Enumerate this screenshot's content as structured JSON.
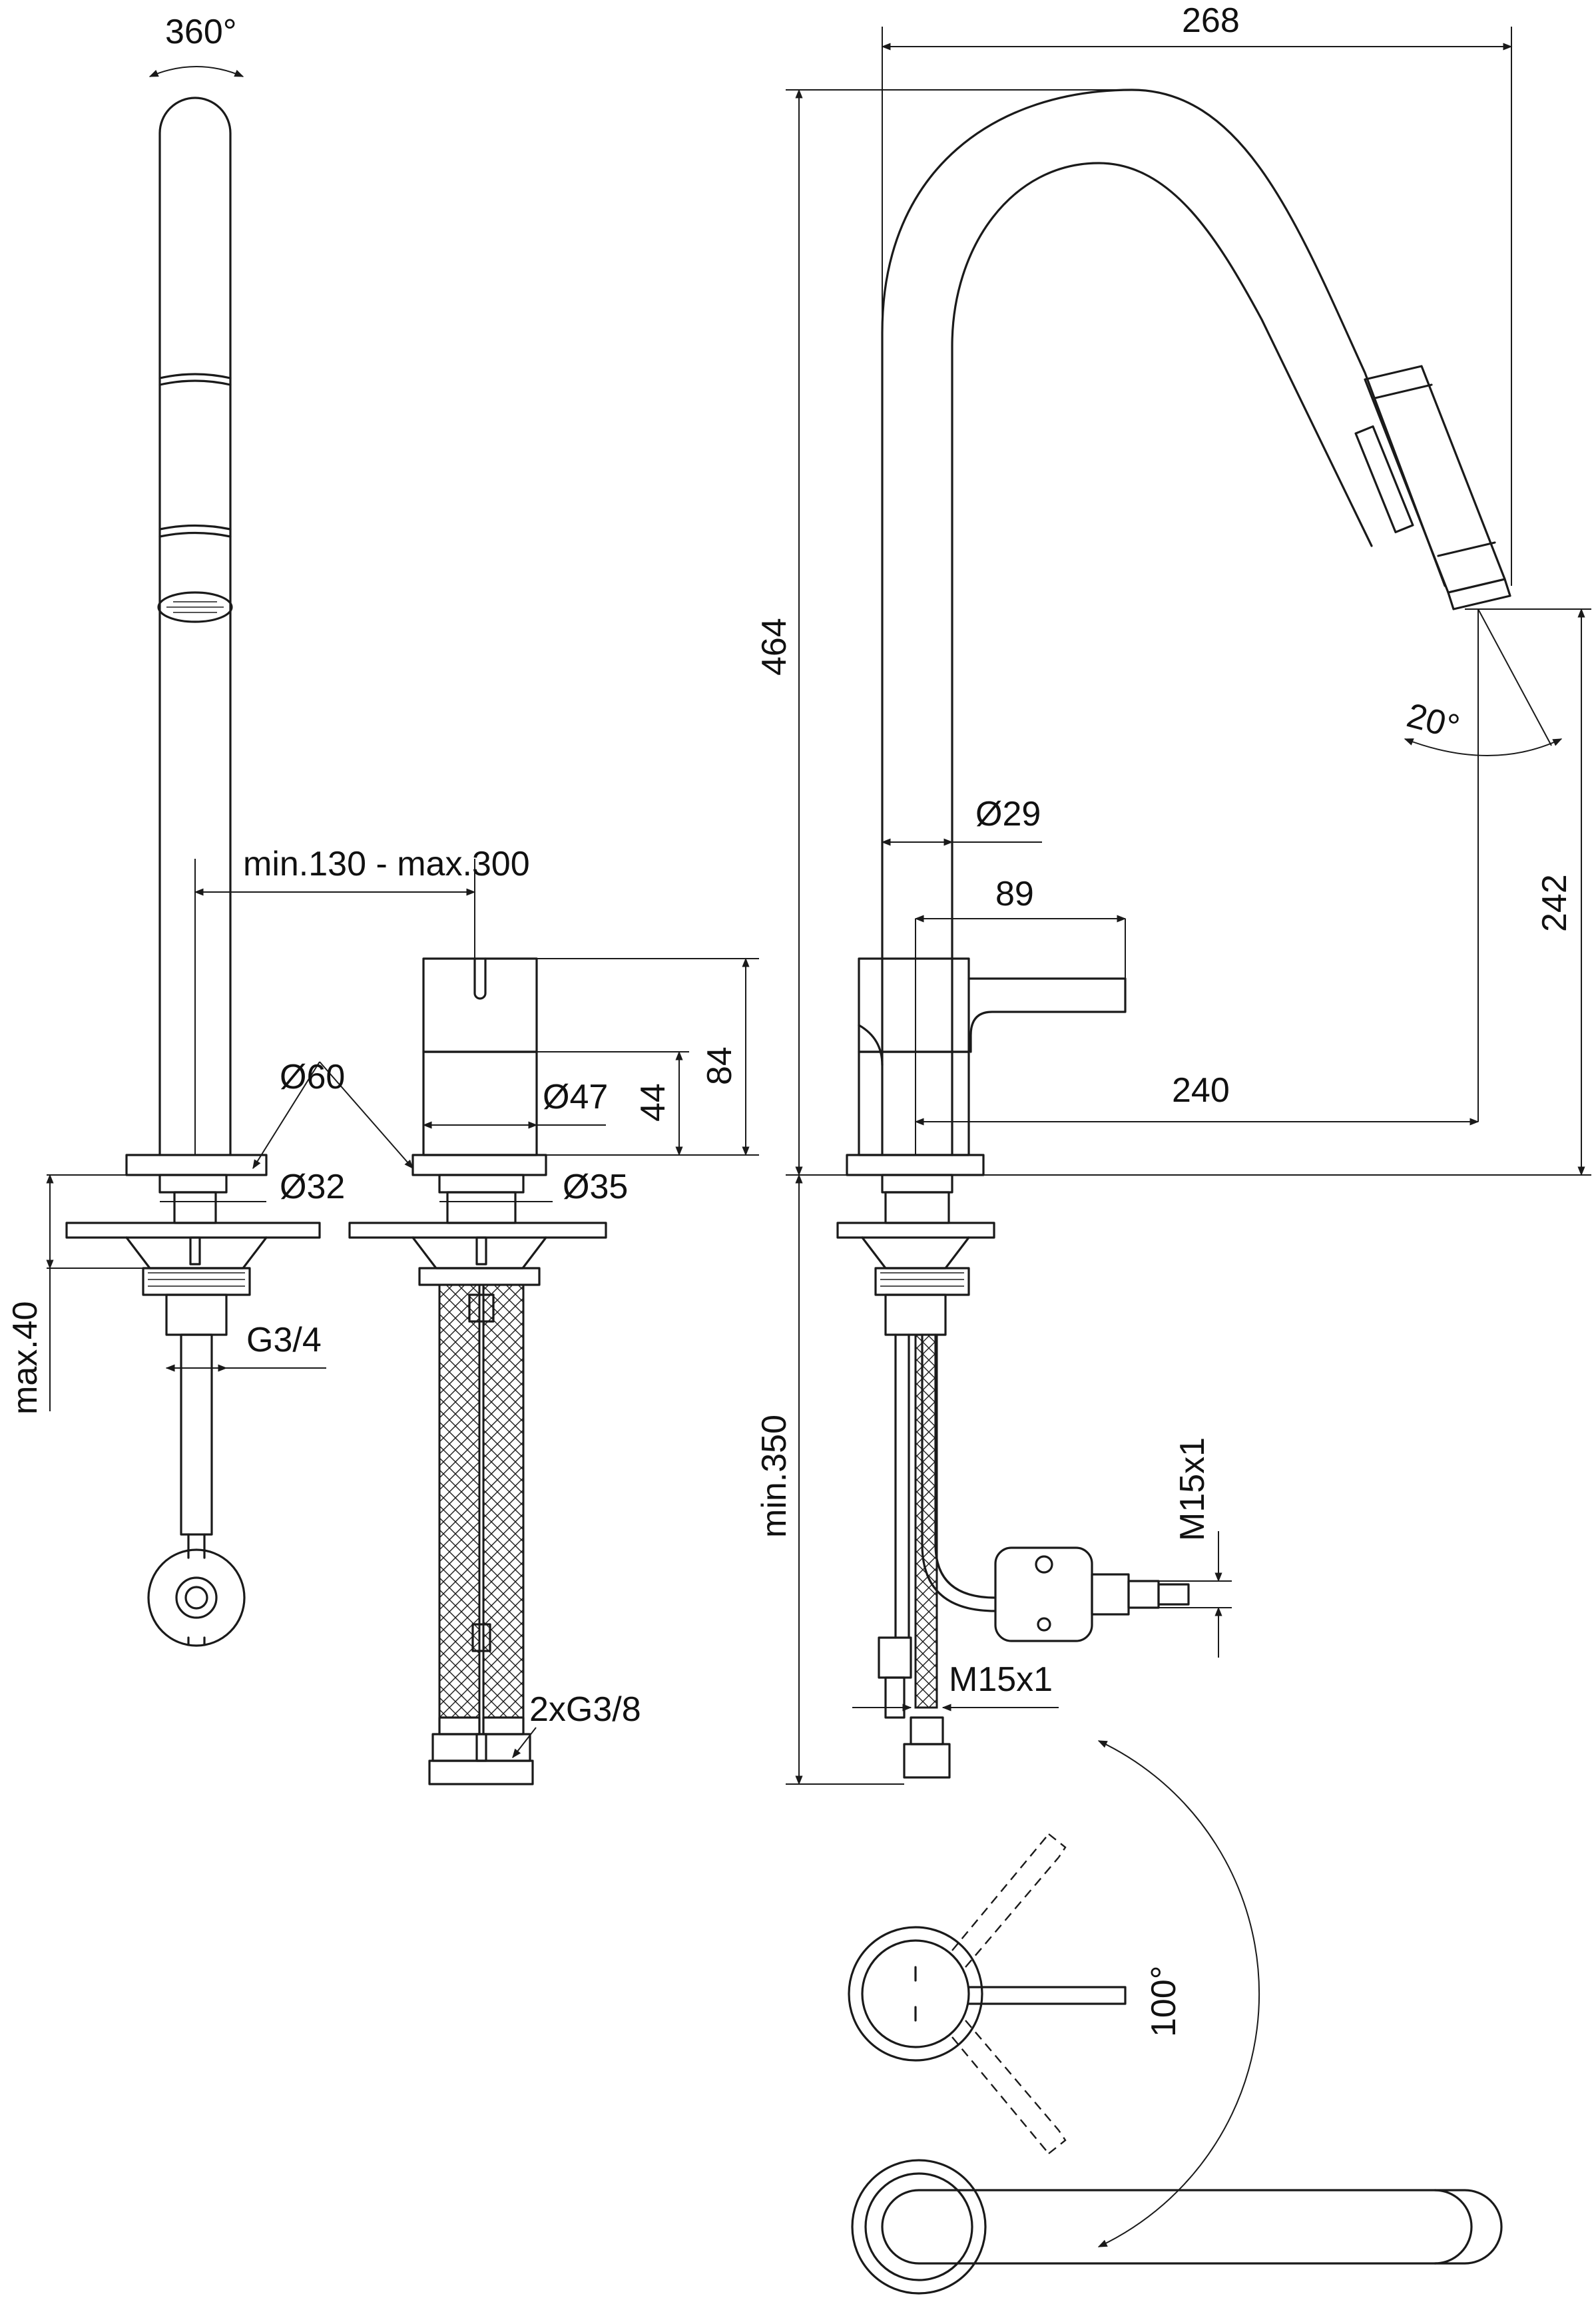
{
  "labels": {
    "rotation": "360°",
    "width_total": "268",
    "height_total": "464",
    "center_distance": "min.130 - max.300",
    "hose_diam": "Ø29",
    "lever_len": "89",
    "handle_h": "84",
    "ring_h": "44",
    "reach": "240",
    "spout_h": "242",
    "tilt": "20°",
    "base_diam": "Ø60",
    "knob_diam": "Ø47",
    "shank_l": "Ø32",
    "shank_r": "Ø35",
    "deck_max": "max.40",
    "thread_main": "G3/4",
    "hose_min": "min.350",
    "conn1": "M15x1",
    "conn2": "M15x1",
    "hoses": "2xG3/8",
    "lever_angle": "100°"
  }
}
